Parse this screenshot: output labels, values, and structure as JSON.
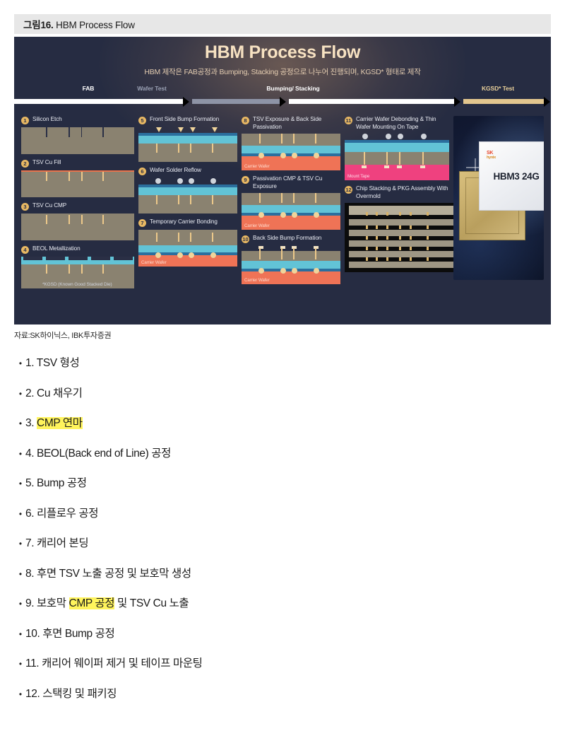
{
  "caption": {
    "figure_number": "그림16.",
    "title": "HBM Process Flow"
  },
  "infographic": {
    "title": "HBM Process Flow",
    "subtitle": "HBM 제작은 FAB공정과 Bumping, Stacking 공정으로 나누어 진행되며, KGSD* 형태로 제작",
    "phases": [
      {
        "label": "FAB",
        "color": "#ffffff"
      },
      {
        "label": "Wafer Test",
        "color": "#9aa1b4"
      },
      {
        "label": "Bumping/ Stacking",
        "color": "#ffffff"
      },
      {
        "label": "KGSD* Test",
        "color": "#e8cf9a"
      }
    ],
    "steps": [
      {
        "num": "1",
        "title": "Silicon Etch"
      },
      {
        "num": "2",
        "title": "TSV Cu Fill"
      },
      {
        "num": "3",
        "title": "TSV Cu CMP"
      },
      {
        "num": "4",
        "title": "BEOL Metallization"
      },
      {
        "num": "5",
        "title": "Front Side Bump Formation"
      },
      {
        "num": "6",
        "title": "Wafer Solder Reflow"
      },
      {
        "num": "7",
        "title": "Temporary Carrier Bonding"
      },
      {
        "num": "8",
        "title": "TSV Exposure & Back Side Passivation"
      },
      {
        "num": "9",
        "title": "Passivation CMP & TSV Cu Exposure"
      },
      {
        "num": "10",
        "title": "Back Side Bump Formation"
      },
      {
        "num": "11",
        "title": "Carrier Wafer Debonding & Thin Wafer Mounting On Tape"
      },
      {
        "num": "12",
        "title": "Chip Stacking & PKG Assembly With Overmold"
      }
    ],
    "layer_labels": {
      "carrier_wafer": "Carrier Wafer",
      "mount_tape": "Mount Tape"
    },
    "product": {
      "brand": "SK",
      "brand_sub": "hynix",
      "name": "HBM3 24G"
    },
    "footnote": "*KGSD (Known Good Stacked Die)"
  },
  "source": "자료:SK하이닉스, IBK투자증권",
  "bullets": [
    {
      "bullet": "•",
      "pre": "1. TSV 형성",
      "hl": "",
      "post": ""
    },
    {
      "bullet": "•",
      "pre": "2. Cu 채우기",
      "hl": "",
      "post": ""
    },
    {
      "bullet": "•",
      "pre": "3. ",
      "hl": "CMP 연마",
      "post": ""
    },
    {
      "bullet": "•",
      "pre": "4. BEOL(Back end of Line) 공정",
      "hl": "",
      "post": ""
    },
    {
      "bullet": "•",
      "pre": "5. Bump 공정",
      "hl": "",
      "post": ""
    },
    {
      "bullet": "•",
      "pre": "6. 리플로우 공정",
      "hl": "",
      "post": ""
    },
    {
      "bullet": "•",
      "pre": "7. 캐리어 본딩",
      "hl": "",
      "post": ""
    },
    {
      "bullet": "•",
      "pre": "8. 후면 TSV 노출 공정 및 보호막 생성",
      "hl": "",
      "post": ""
    },
    {
      "bullet": "•",
      "pre": "9. 보호막 ",
      "hl": "CMP 공정",
      "post": " 및 TSV Cu 노출"
    },
    {
      "bullet": "•",
      "pre": "10. 후면 Bump 공정",
      "hl": "",
      "post": ""
    },
    {
      "bullet": "•",
      "pre": "11. 캐리어 웨이퍼 제거 및 테이프 마운팅",
      "hl": "",
      "post": ""
    },
    {
      "bullet": "•",
      "pre": "12. 스택킹 및 패키징",
      "hl": "",
      "post": ""
    }
  ],
  "colors": {
    "panel_bg": "#262c42",
    "caption_bg": "#e7e7e7",
    "accent_gold": "#e8b863",
    "silicon": "#8a8270",
    "passivation": "#62c3d6",
    "carrier": "#ef7356",
    "tape": "#ef417f",
    "highlight": "#fff45c"
  }
}
